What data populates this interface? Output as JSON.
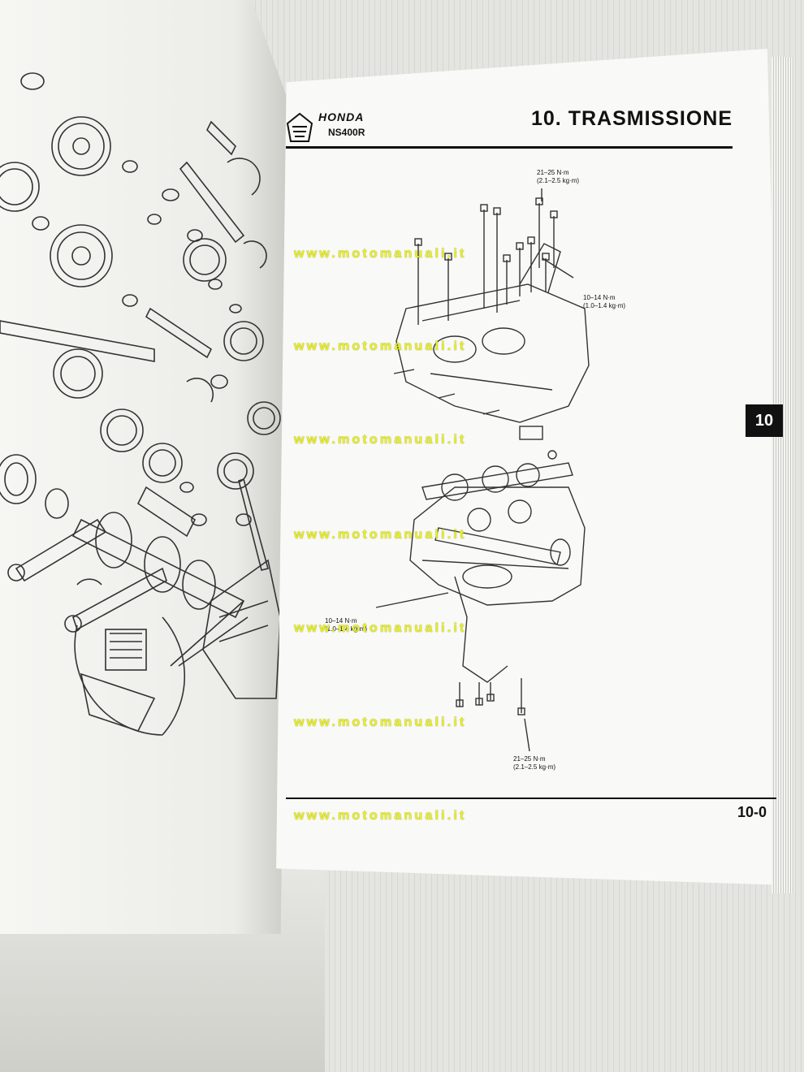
{
  "header": {
    "brand": "HONDA",
    "model": "NS400R",
    "title": "10. TRASMISSIONE"
  },
  "section_tab": "10",
  "page_number": "10-0",
  "torque_labels": [
    {
      "value": "21–25 N·m",
      "sub": "(2.1–2.5 kg·m)"
    },
    {
      "value": "10–14 N·m",
      "sub": "(1.0–1.4 kg·m)"
    },
    {
      "value": "10–14 N·m",
      "sub": "(1.0–1.4 kg·m)"
    },
    {
      "value": "21–25 N·m",
      "sub": "(2.1–2.5 kg·m)"
    }
  ],
  "watermarks": [
    "www.motomanuali.it",
    "www.motomanuali.it",
    "www.motomanuali.it",
    "www.motomanuali.it",
    "www.motomanuali.it",
    "www.motomanuali.it",
    "www.motomanuali.it"
  ],
  "colors": {
    "watermark": "#e9f020",
    "ink": "#111111",
    "paper": "#f9f9f7"
  }
}
